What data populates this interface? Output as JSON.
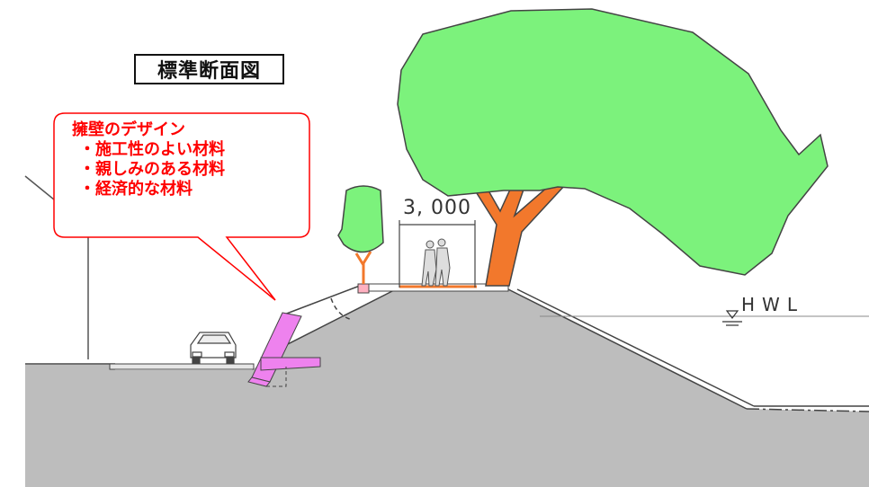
{
  "title": "標準断面図",
  "callout": {
    "heading": "擁壁のデザイン",
    "items": [
      "・施工性のよい材料",
      "・親しみのある材料",
      "・経済的な材料"
    ]
  },
  "dimension_label": "3, 000",
  "water_level_label": "HWL",
  "colors": {
    "ground": "#bdbdbd",
    "tree_canopy": "#7cf27c",
    "tree_trunk": "#f2782c",
    "retaining_wall": "#ee82ee",
    "callout_text": "#ff0000",
    "callout_border": "#ff0000"
  }
}
